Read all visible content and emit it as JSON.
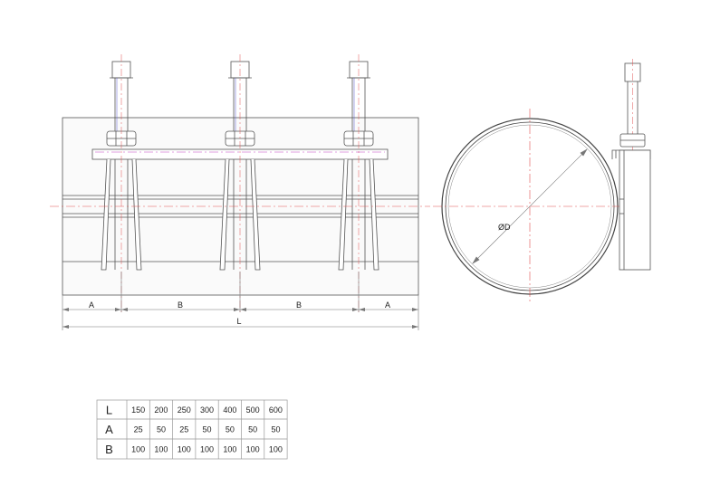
{
  "dimensions": {
    "a_left": "A",
    "b_left": "B",
    "b_right": "B",
    "a_right": "A",
    "total": "L",
    "diameter": "ØD"
  },
  "table": {
    "rows": [
      {
        "label": "L",
        "values": [
          "150",
          "200",
          "250",
          "300",
          "400",
          "500",
          "600"
        ]
      },
      {
        "label": "A",
        "values": [
          "25",
          "50",
          "25",
          "50",
          "50",
          "50",
          "50"
        ]
      },
      {
        "label": "B",
        "values": [
          "100",
          "100",
          "100",
          "100",
          "100",
          "100",
          "100"
        ]
      }
    ]
  }
}
